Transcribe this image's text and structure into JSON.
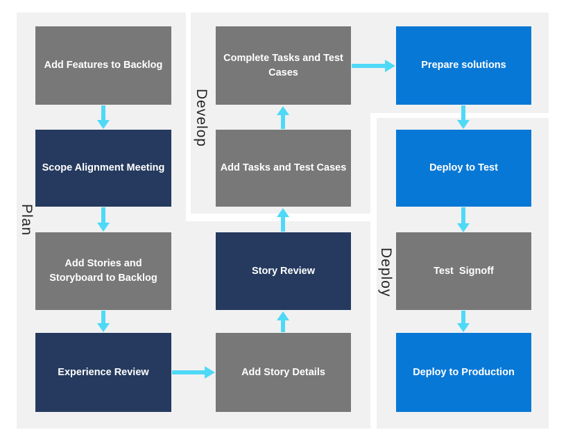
{
  "palette": {
    "page_bg": "#ffffff",
    "lane_bg": "#f1f1f1",
    "gray_box": "#787878",
    "navy_box": "#253a5e",
    "blue_box": "#0878d6",
    "arrow": "#4fd9f7",
    "box_text": "#ffffff",
    "lane_label_text": "#262626"
  },
  "lanes": [
    {
      "label": "Plan",
      "nodes": [
        {
          "label": "Add Features to Backlog",
          "color": "gray"
        },
        {
          "label": "Scope Alignment Meeting",
          "color": "navy"
        },
        {
          "label": "Add Stories and Storyboard to Backlog",
          "color": "gray"
        },
        {
          "label": "Experience Review",
          "color": "navy"
        }
      ]
    },
    {
      "label": "Develop",
      "nodes": [
        {
          "label": "Complete Tasks and Test Cases",
          "color": "gray"
        },
        {
          "label": "Add Tasks and Test Cases",
          "color": "gray"
        },
        {
          "label": "Story Review",
          "color": "navy"
        },
        {
          "label": "Add Story Details",
          "color": "gray"
        }
      ]
    },
    {
      "label": "Deploy",
      "nodes": [
        {
          "label": "Prepare solutions",
          "color": "blue"
        },
        {
          "label": "Deploy to Test",
          "color": "blue"
        },
        {
          "label": "Test  Signoff",
          "color": "gray"
        },
        {
          "label": "Deploy to Production",
          "color": "blue"
        }
      ]
    }
  ]
}
